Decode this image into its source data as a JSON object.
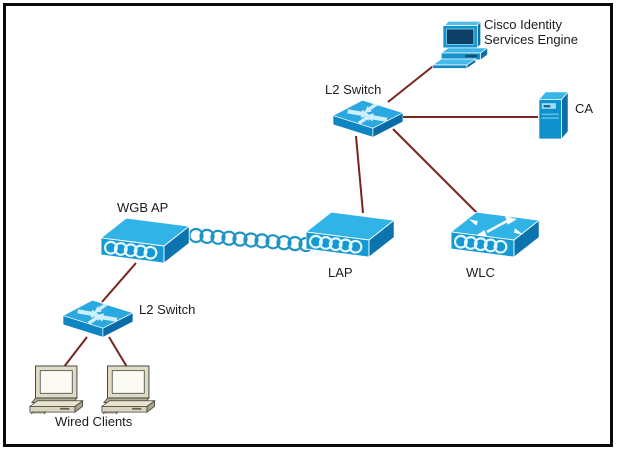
{
  "diagram": {
    "type": "network-topology",
    "background_color": "#ffffff",
    "frame_color": "#0a0a0a",
    "link_color": "#7A241E",
    "wireless_link_color": "#1D94C4",
    "device_blue_top": "#30B3E7",
    "device_blue_front": "#1499D4",
    "device_blue_side": "#0B74AE",
    "client_beige": "#DFDBC4",
    "nodes": {
      "cisco_ise": {
        "label": "Cisco Identity Services Engine",
        "label_line1": "Cisco Identity",
        "label_line2": "Services Engine",
        "device": "workstation"
      },
      "l2_switch_top": {
        "label": "L2 Switch",
        "device": "layer2-switch"
      },
      "ca": {
        "label": "CA",
        "device": "server"
      },
      "wgb_ap": {
        "label": "WGB AP",
        "device": "access-point"
      },
      "lap": {
        "label": "LAP",
        "device": "access-point"
      },
      "wlc": {
        "label": "WLC",
        "device": "wireless-lan-controller"
      },
      "l2_switch_bottom": {
        "label": "L2 Switch",
        "device": "layer2-switch"
      },
      "wired_clients": {
        "label": "Wired Clients",
        "device": "pc-pair"
      }
    },
    "connections": [
      {
        "from": "l2_switch_top",
        "to": "cisco_ise",
        "type": "wired"
      },
      {
        "from": "l2_switch_top",
        "to": "ca",
        "type": "wired"
      },
      {
        "from": "l2_switch_top",
        "to": "lap",
        "type": "wired"
      },
      {
        "from": "l2_switch_top",
        "to": "wlc",
        "type": "wired"
      },
      {
        "from": "wgb_ap",
        "to": "lap",
        "type": "wireless"
      },
      {
        "from": "wgb_ap",
        "to": "l2_switch_bottom",
        "type": "wired"
      },
      {
        "from": "l2_switch_bottom",
        "to": "wired_client_1",
        "type": "wired"
      },
      {
        "from": "l2_switch_bottom",
        "to": "wired_client_2",
        "type": "wired"
      }
    ]
  }
}
